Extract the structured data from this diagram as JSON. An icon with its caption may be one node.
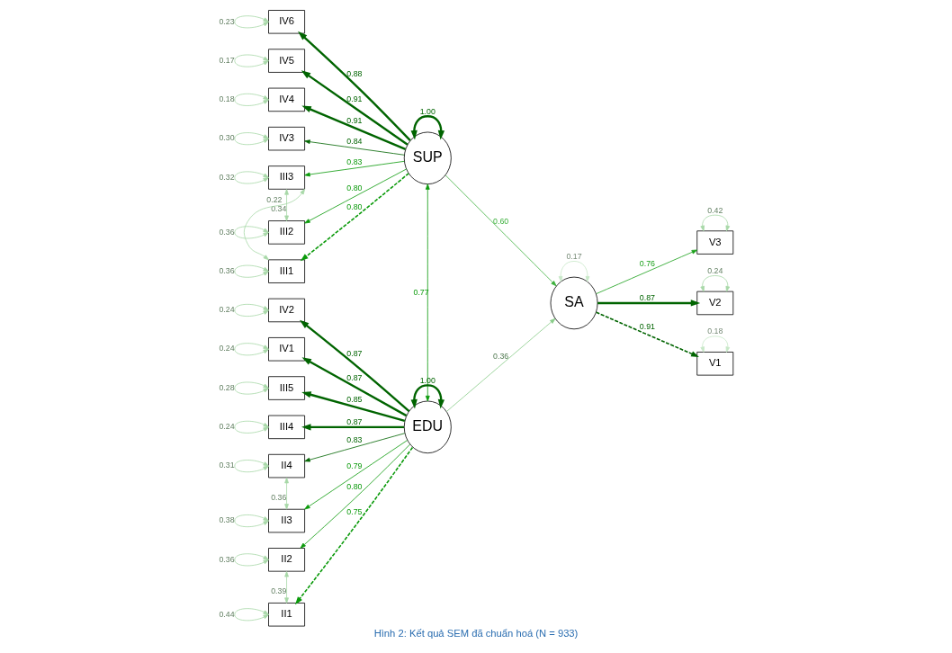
{
  "diagram": {
    "caption": "Hình 2: Kết quả SEM đã chuẩn hoá (N = 933)",
    "nodes": [
      {
        "text": [
          "IV6"
        ]
      },
      {
        "text": [
          "IV5"
        ]
      },
      {
        "text": [
          "IV4"
        ]
      },
      {
        "text": [
          "IV3"
        ]
      },
      {
        "text": [
          "III3"
        ]
      },
      {
        "text": [
          "III2"
        ]
      },
      {
        "text": [
          "III1"
        ]
      },
      {
        "text": [
          "IV2"
        ]
      },
      {
        "text": [
          "IV1"
        ]
      },
      {
        "text": [
          "III5"
        ]
      },
      {
        "text": [
          "III4"
        ]
      },
      {
        "text": [
          "II4"
        ]
      },
      {
        "text": [
          "II3"
        ]
      },
      {
        "text": [
          "II2"
        ]
      },
      {
        "text": [
          "II1"
        ]
      },
      {
        "text": [
          "SUP"
        ]
      },
      {
        "text": [
          "EDU"
        ]
      },
      {
        "text": [
          "SA"
        ]
      },
      {
        "text": [
          "V3"
        ]
      },
      {
        "text": [
          "V2"
        ]
      },
      {
        "text": [
          "V1"
        ]
      }
    ],
    "edges": [
      {
        "from": 0,
        "to": 0,
        "arrow": "both",
        "label": "0.23",
        "color": "#a8d8a8"
      },
      {
        "from": 1,
        "to": 1,
        "arrow": "both",
        "label": "0.17",
        "color": "#a8d8a8"
      },
      {
        "from": 2,
        "to": 2,
        "arrow": "both",
        "label": "0.18",
        "color": "#a8d8a8"
      },
      {
        "from": 3,
        "to": 3,
        "arrow": "both",
        "label": "0.30",
        "color": "#a8d8a8"
      },
      {
        "from": 4,
        "to": 4,
        "arrow": "both",
        "label": "0.32",
        "color": "#a8d8a8"
      },
      {
        "from": 4,
        "to": 5,
        "arrow": "both",
        "label": "0.34",
        "color": "#a8d8a8"
      },
      {
        "from": 5,
        "to": 5,
        "arrow": "both",
        "label": "0.36",
        "color": "#a8d8a8"
      },
      {
        "from": 4,
        "to": 6,
        "arrow": "both",
        "label": "0.22",
        "color": "#a8d8a8"
      },
      {
        "from": 6,
        "to": 6,
        "arrow": "both",
        "label": "0.36",
        "color": "#a8d8a8"
      },
      {
        "from": 7,
        "to": 7,
        "arrow": "both",
        "label": "0.24",
        "color": "#a8d8a8"
      },
      {
        "from": 8,
        "to": 8,
        "arrow": "both",
        "label": "0.24",
        "color": "#a8d8a8"
      },
      {
        "from": 9,
        "to": 9,
        "arrow": "both",
        "label": "0.28",
        "color": "#a8d8a8"
      },
      {
        "from": 10,
        "to": 10,
        "arrow": "both",
        "label": "0.24",
        "color": "#a8d8a8"
      },
      {
        "from": 11,
        "to": 11,
        "arrow": "both",
        "label": "0.31",
        "color": "#a8d8a8"
      },
      {
        "from": 11,
        "to": 12,
        "arrow": "both",
        "label": "0.36",
        "color": "#a8d8a8"
      },
      {
        "from": 12,
        "to": 12,
        "arrow": "both",
        "label": "0.38",
        "color": "#a8d8a8"
      },
      {
        "from": 13,
        "to": 13,
        "arrow": "both",
        "label": "0.36",
        "color": "#a8d8a8"
      },
      {
        "from": 13,
        "to": 14,
        "arrow": "both",
        "label": "0.39",
        "color": "#a8d8a8"
      },
      {
        "from": 14,
        "to": 14,
        "arrow": "both",
        "label": "0.44",
        "color": "#a8d8a8"
      },
      {
        "from": 15,
        "to": 0,
        "arrow": "to",
        "label": "0.88",
        "style": "thick",
        "color": "#006400"
      },
      {
        "from": 15,
        "to": 1,
        "arrow": "to",
        "label": "0.91",
        "style": "thick",
        "color": "#006400"
      },
      {
        "from": 15,
        "to": 2,
        "arrow": "to",
        "label": "0.91",
        "style": "thick",
        "color": "#006400"
      },
      {
        "from": 15,
        "to": 3,
        "arrow": "to",
        "label": "0.84",
        "color": "#006400"
      },
      {
        "from": 15,
        "to": 4,
        "arrow": "to",
        "label": "0.83",
        "color": "#0a9a0a"
      },
      {
        "from": 15,
        "to": 5,
        "arrow": "to",
        "label": "0.80",
        "color": "#0a9a0a"
      },
      {
        "from": 15,
        "to": 6,
        "arrow": "to",
        "label": "0.80",
        "style": "dashed",
        "color": "#0a9a0a"
      },
      {
        "from": 16,
        "to": 7,
        "arrow": "to",
        "label": "0.87",
        "style": "thick",
        "color": "#006400"
      },
      {
        "from": 16,
        "to": 8,
        "arrow": "to",
        "label": "0.87",
        "style": "thick",
        "color": "#006400"
      },
      {
        "from": 16,
        "to": 9,
        "arrow": "to",
        "label": "0.85",
        "style": "thick",
        "color": "#006400"
      },
      {
        "from": 16,
        "to": 10,
        "arrow": "to",
        "label": "0.87",
        "style": "thick",
        "color": "#006400"
      },
      {
        "from": 16,
        "to": 11,
        "arrow": "to",
        "label": "0.83",
        "color": "#006400"
      },
      {
        "from": 16,
        "to": 12,
        "arrow": "to",
        "label": "0.79",
        "color": "#0a9a0a"
      },
      {
        "from": 16,
        "to": 13,
        "arrow": "to",
        "label": "0.80",
        "color": "#0a9a0a"
      },
      {
        "from": 16,
        "to": 14,
        "arrow": "to",
        "label": "0.75",
        "style": "dashed",
        "color": "#0a9a0a"
      },
      {
        "from": 15,
        "to": 15,
        "arrow": "both",
        "label": "1.00",
        "style": "thick",
        "color": "#006400"
      },
      {
        "from": 15,
        "to": 16,
        "arrow": "both",
        "label": "0.77",
        "color": "#0a9a0a"
      },
      {
        "from": 16,
        "to": 16,
        "arrow": "both",
        "label": "1.00",
        "style": "thick",
        "color": "#006400"
      },
      {
        "from": 15,
        "to": 17,
        "arrow": "to",
        "label": "0.60",
        "color": "#3cb03c"
      },
      {
        "from": 16,
        "to": 17,
        "arrow": "to",
        "label": "0.36",
        "color": "#88cc88"
      },
      {
        "from": 17,
        "to": 17,
        "arrow": "both",
        "label": "0.17",
        "color": "#c8e8c8"
      },
      {
        "from": 17,
        "to": 18,
        "arrow": "to",
        "label": "0.76",
        "color": "#1aa01a"
      },
      {
        "from": 17,
        "to": 19,
        "arrow": "to",
        "label": "0.87",
        "style": "thick",
        "color": "#006400"
      },
      {
        "from": 17,
        "to": 20,
        "arrow": "to",
        "label": "0.91",
        "style": "dashed",
        "color": "#006400"
      },
      {
        "from": 18,
        "to": 18,
        "arrow": "both",
        "label": "0.42",
        "color": "#a8d8a8"
      },
      {
        "from": 19,
        "to": 19,
        "arrow": "both",
        "label": "0.24",
        "color": "#a8d8a8"
      },
      {
        "from": 20,
        "to": 20,
        "arrow": "both",
        "label": "0.18",
        "color": "#c8e8c8"
      }
    ]
  }
}
